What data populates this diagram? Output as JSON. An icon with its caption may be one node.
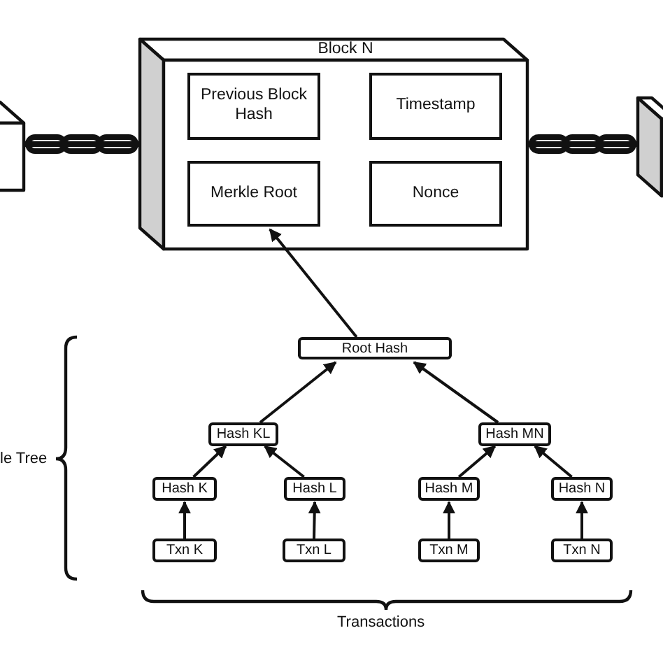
{
  "diagram": {
    "nodes": [
      {
        "text": [],
        "shape": "box"
      },
      {
        "text": [
          "Block N"
        ]
      },
      {
        "text": [
          "Previous Block Hash"
        ],
        "in": 1
      },
      {
        "text": [
          "Timestamp"
        ],
        "in": 1
      },
      {
        "text": [
          "Merkle Root"
        ],
        "in": 1
      },
      {
        "text": [
          "Nonce"
        ],
        "in": 1
      },
      {
        "text": [],
        "shape": "box"
      },
      {
        "text": [
          "Root Hash"
        ]
      },
      {
        "text": [
          "Hash KL"
        ]
      },
      {
        "text": [
          "Hash MN"
        ]
      },
      {
        "text": [
          "Hash K"
        ]
      },
      {
        "text": [
          "Hash L"
        ]
      },
      {
        "text": [
          "Hash M"
        ]
      },
      {
        "text": [
          "Hash N"
        ]
      },
      {
        "text": [
          "Txn K"
        ]
      },
      {
        "text": [
          "Txn L"
        ]
      },
      {
        "text": [
          "Txn M"
        ]
      },
      {
        "text": [
          "Txn N"
        ]
      }
    ],
    "edges": [
      {
        "from": 0,
        "to": 1,
        "arrow": "none",
        "style": "thick"
      },
      {
        "from": 1,
        "to": 6,
        "arrow": "none",
        "style": "thick"
      },
      {
        "from": 7,
        "to": 4,
        "arrow": "to"
      },
      {
        "from": 8,
        "to": 7,
        "arrow": "to"
      },
      {
        "from": 9,
        "to": 7,
        "arrow": "to"
      },
      {
        "from": 10,
        "to": 8,
        "arrow": "to"
      },
      {
        "from": 11,
        "to": 8,
        "arrow": "to"
      },
      {
        "from": 12,
        "to": 9,
        "arrow": "to"
      },
      {
        "from": 13,
        "to": 9,
        "arrow": "to"
      },
      {
        "from": 14,
        "to": 10,
        "arrow": "to"
      },
      {
        "from": 15,
        "to": 11,
        "arrow": "to"
      },
      {
        "from": 16,
        "to": 12,
        "arrow": "to"
      },
      {
        "from": 17,
        "to": 13,
        "arrow": "to"
      }
    ],
    "labels": [
      "le Tree",
      "Transactions"
    ]
  }
}
